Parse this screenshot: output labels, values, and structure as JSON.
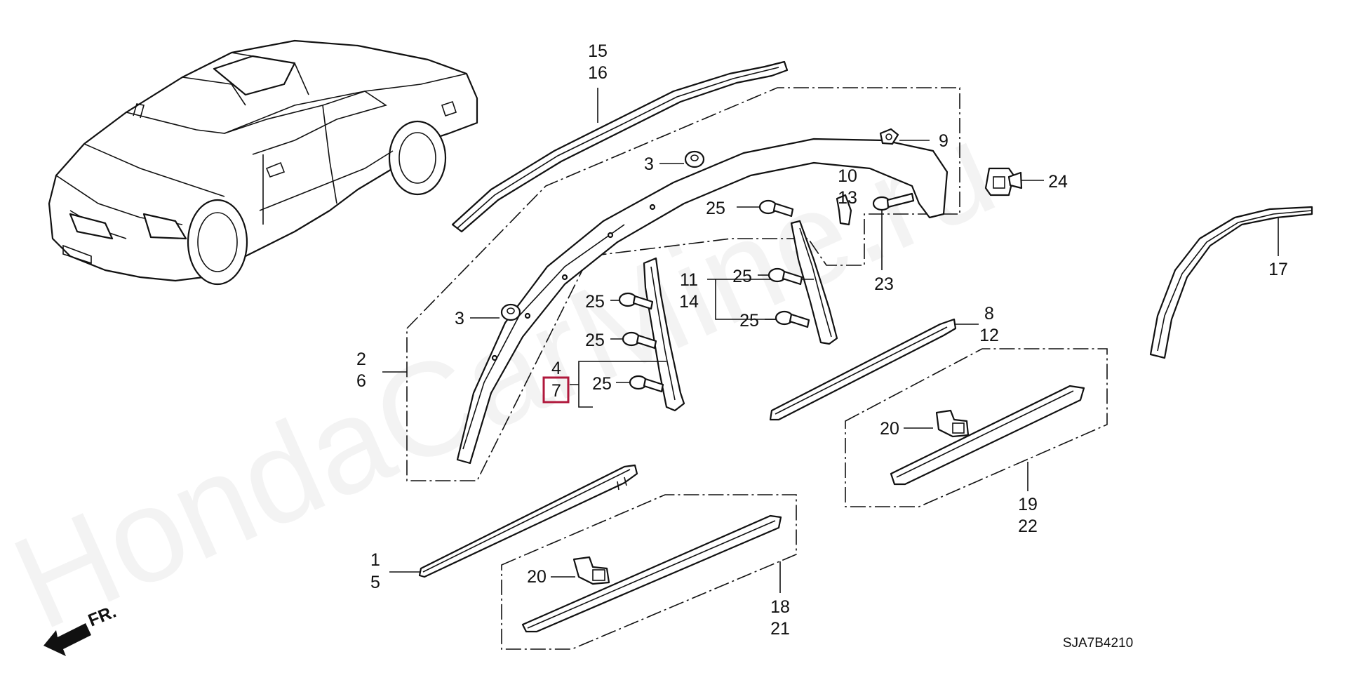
{
  "watermark": "HondaCarMine.ru",
  "diagram_code": "SJA7B4210",
  "front_indicator": "FR.",
  "labels": {
    "p15": "15",
    "p16": "16",
    "p9": "9",
    "p24": "24",
    "p3a": "3",
    "p3b": "3",
    "p10": "10",
    "p13": "13",
    "p23": "23",
    "p25a": "25",
    "p25b": "25",
    "p25c": "25",
    "p25d": "25",
    "p25e": "25",
    "p25f": "25",
    "p11": "11",
    "p14": "14",
    "p17": "17",
    "p2": "2",
    "p6": "6",
    "p4": "4",
    "p7": "7",
    "p8": "8",
    "p12": "12",
    "p20a": "20",
    "p20b": "20",
    "p19": "19",
    "p22": "22",
    "p1": "1",
    "p5": "5",
    "p18": "18",
    "p21": "21"
  },
  "highlight_color": "#b0183c"
}
